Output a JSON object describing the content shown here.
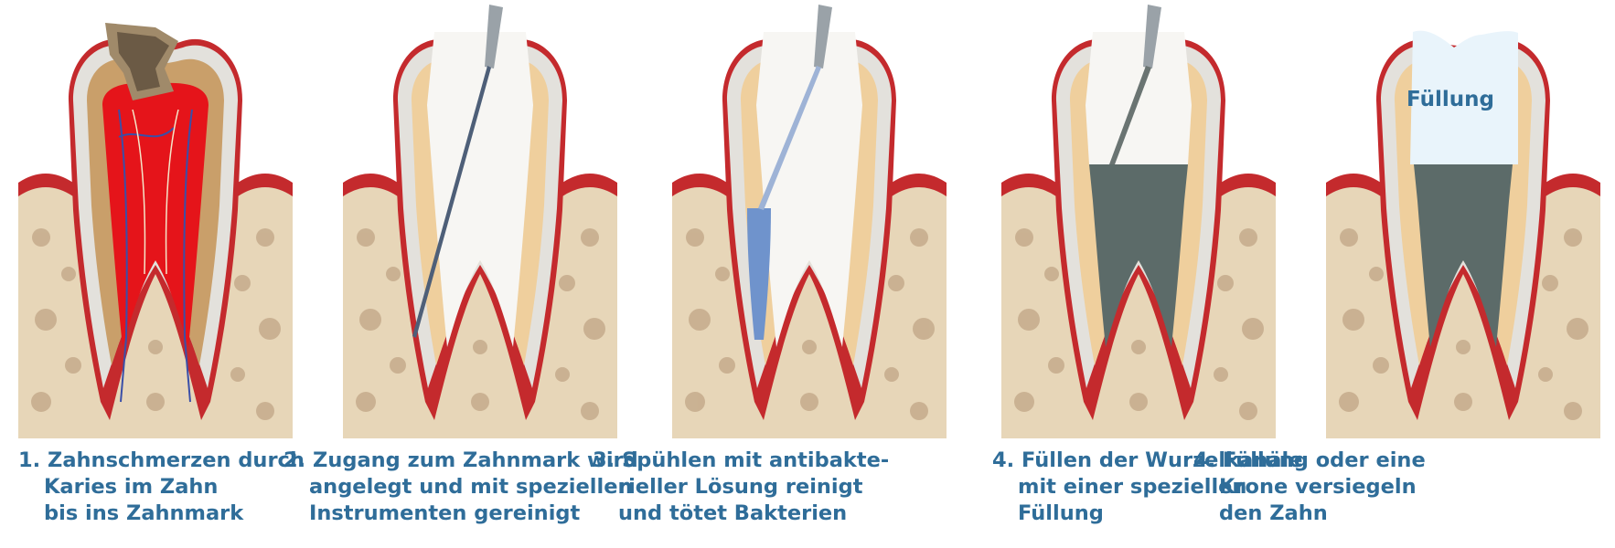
{
  "steps": [
    {
      "lines": [
        "1. Zahnschmerzen durch",
        "Karies im Zahn",
        "bis ins Zahnmark"
      ]
    },
    {
      "lines": [
        "2. Zugang zum Zahnmark wird",
        "angelegt und mit speziellen",
        "Instrumenten gereinigt"
      ]
    },
    {
      "lines": [
        "3. Spühlen mit antibakte-",
        "rieller Lösung reinigt",
        "und tötet Bakterien"
      ]
    },
    {
      "lines": [
        "4. Füllen der Wurzelkanäle",
        "mit einer speziellen",
        "Füllung"
      ]
    },
    {
      "lines": [
        "4. Füllung oder eine",
        "Krone versiegeln",
        "den Zahn"
      ],
      "label": "Füllung"
    }
  ],
  "colors": {
    "caption": "#2f6d99",
    "gum": "#c42a2d",
    "bone": "#e7d6b8",
    "pulp_inflamed": "#e5141a",
    "dentin": "#efcf9d",
    "enamel": "#e3e1dc",
    "filling": "#5c6b69",
    "rinse": "#6f93cc",
    "crown": "#e9f4fb"
  }
}
